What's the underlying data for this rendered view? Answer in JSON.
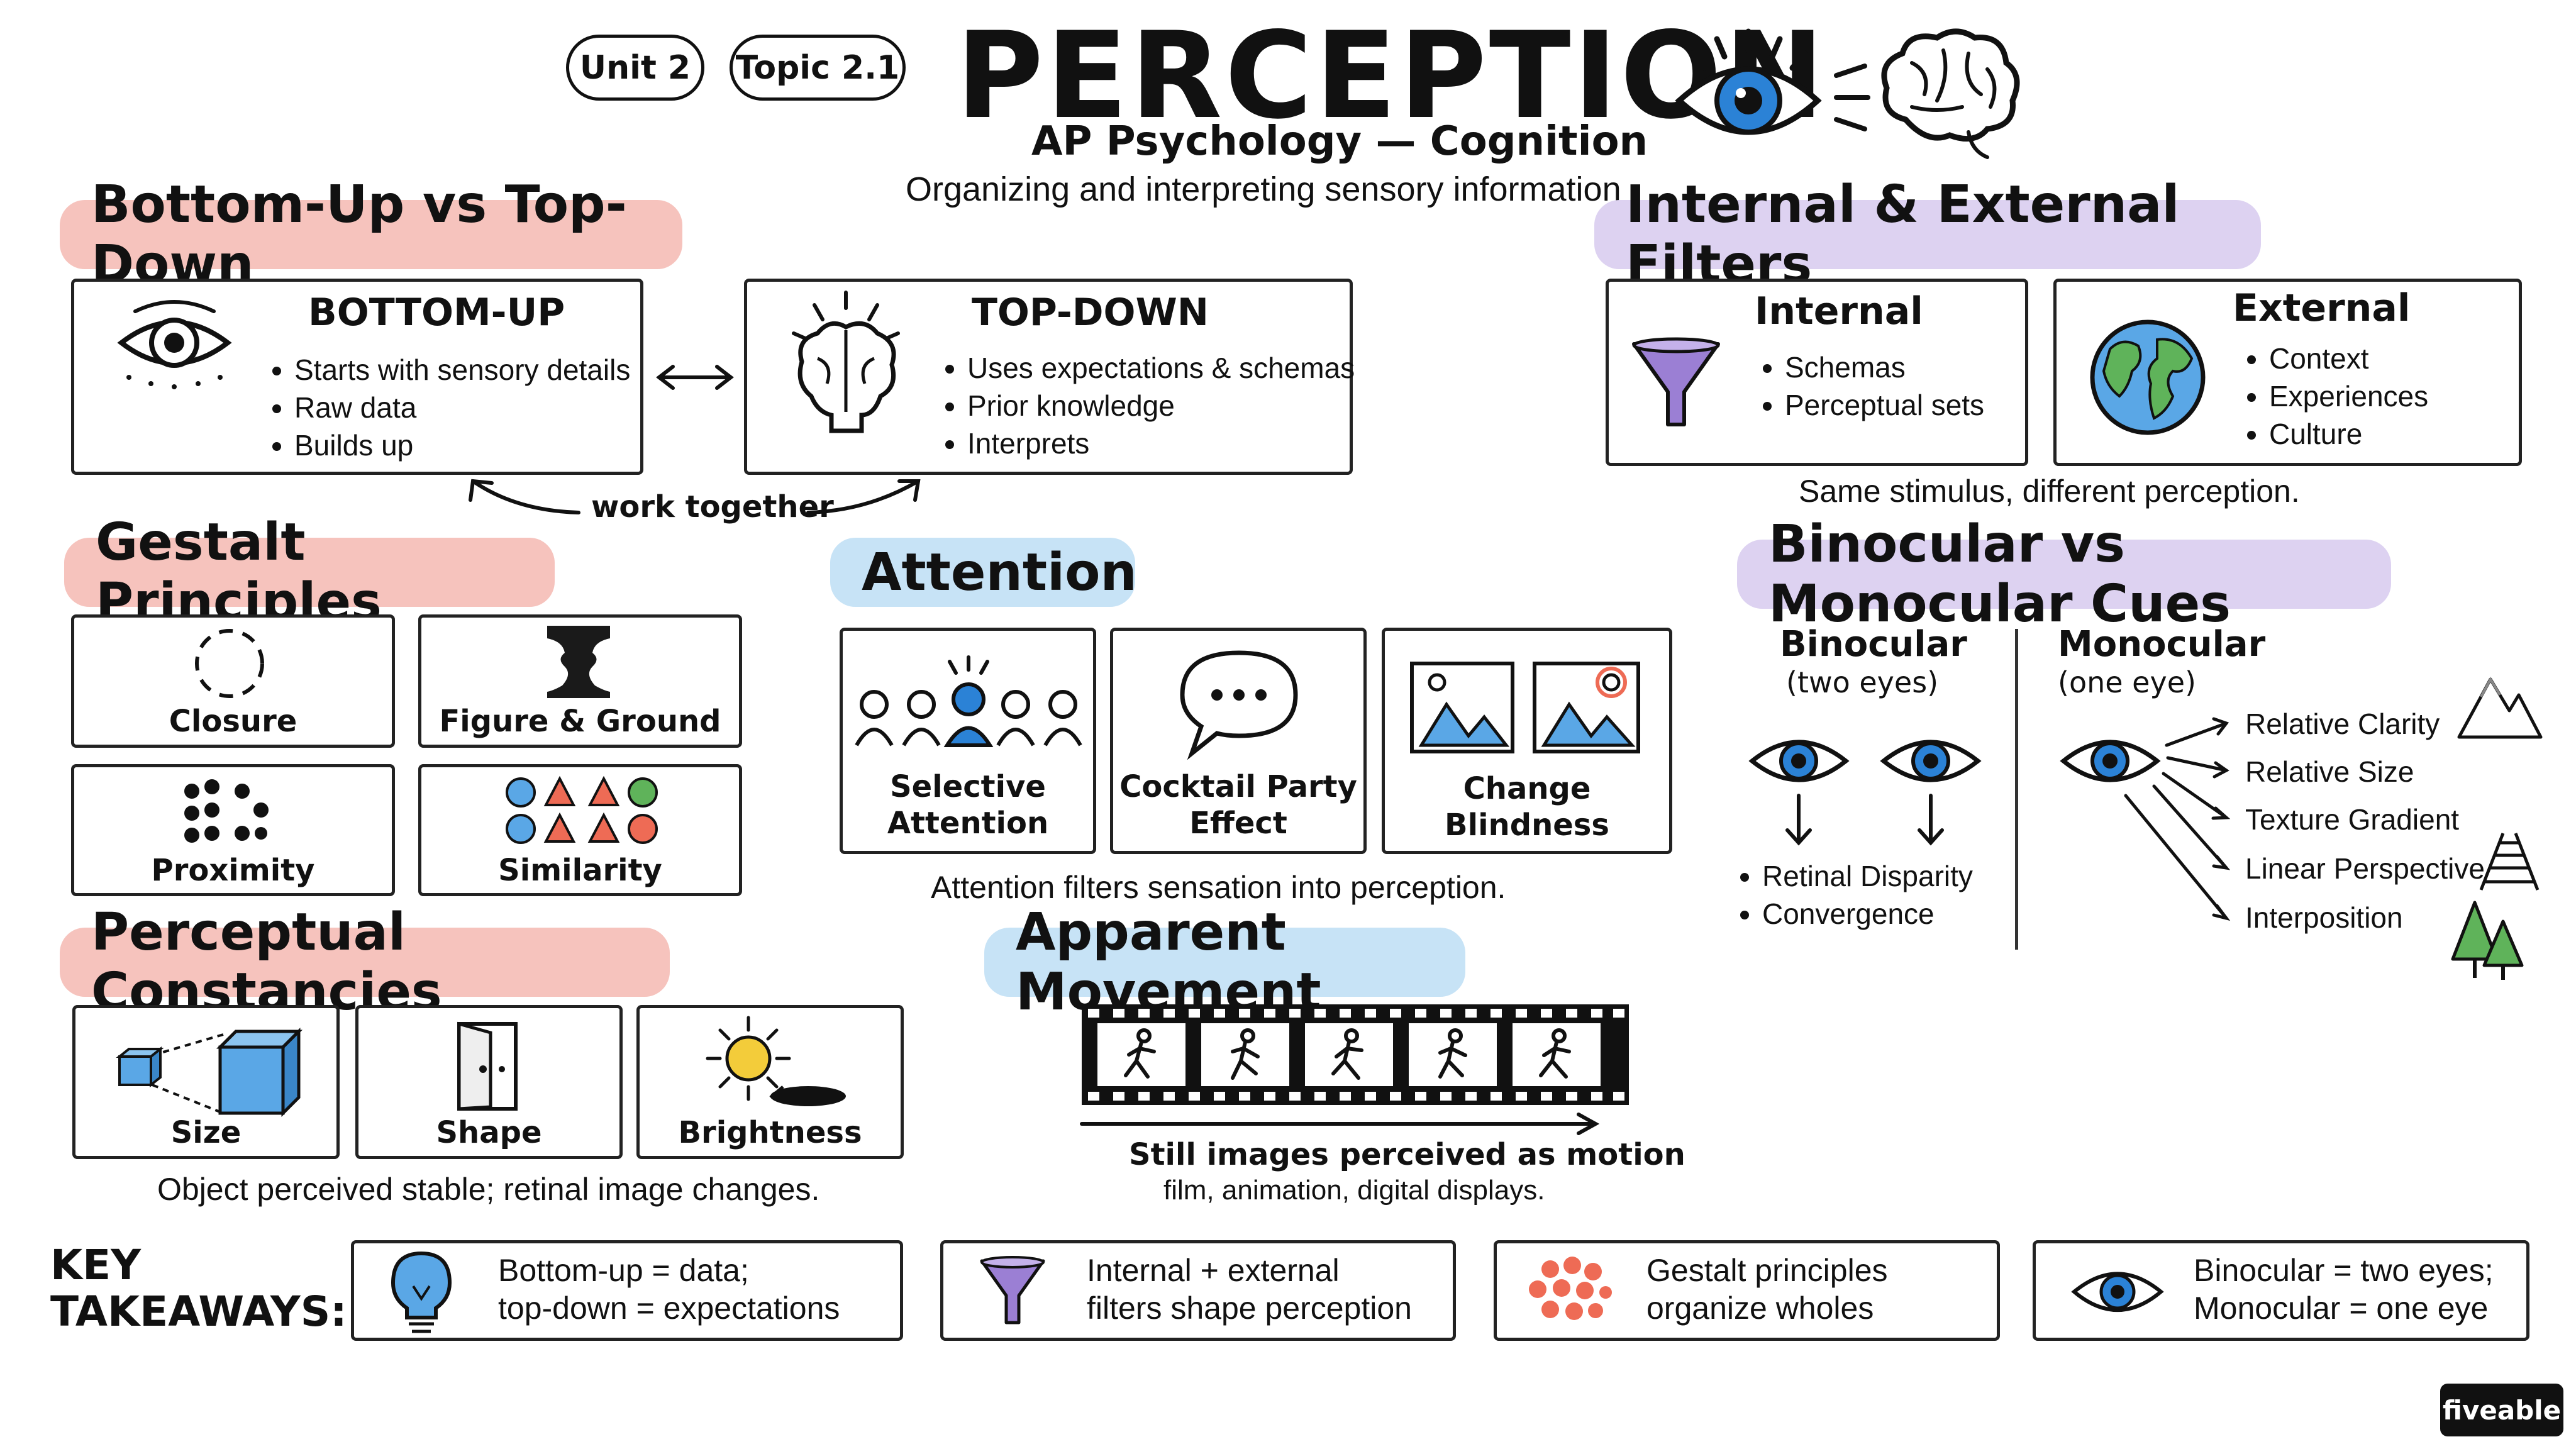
{
  "header": {
    "unit_pill": "Unit 2",
    "topic_pill": "Topic 2.1",
    "title": "PERCEPTION",
    "subtitle": "AP Psychology — Cognition",
    "tagline": "Organizing and interpreting sensory information"
  },
  "bottom_up_top_down": {
    "heading": "Bottom-Up vs Top-Down",
    "bottom_up": {
      "title": "BOTTOM-UP",
      "bullets": [
        "Starts with sensory details",
        "Raw data",
        "Builds up"
      ]
    },
    "top_down": {
      "title": "TOP-DOWN",
      "bullets": [
        "Uses expectations & schemas",
        "Prior knowledge",
        "Interprets"
      ]
    },
    "connector": "work together"
  },
  "filters": {
    "heading": "Internal & External Filters",
    "internal": {
      "title": "Internal",
      "bullets": [
        "Schemas",
        "Perceptual sets"
      ]
    },
    "external": {
      "title": "External",
      "bullets": [
        "Context",
        "Experiences",
        "Culture"
      ]
    },
    "note": "Same stimulus, different perception."
  },
  "gestalt": {
    "heading": "Gestalt Principles",
    "items": [
      "Closure",
      "Figure & Ground",
      "Proximity",
      "Similarity"
    ]
  },
  "attention": {
    "heading": "Attention",
    "items": [
      {
        "line1": "Selective",
        "line2": "Attention"
      },
      {
        "line1": "Cocktail Party",
        "line2": "Effect"
      },
      {
        "line1": "Change",
        "line2": "Blindness"
      }
    ],
    "note": "Attention filters sensation into perception."
  },
  "depth": {
    "heading": "Binocular vs Monocular Cues",
    "binocular": {
      "title": "Binocular",
      "subtitle": "(two eyes)",
      "bullets": [
        "Retinal Disparity",
        "Convergence"
      ]
    },
    "monocular": {
      "title": "Monocular",
      "subtitle": "(one eye)",
      "cues": [
        "Relative Clarity",
        "Relative Size",
        "Texture Gradient",
        "Linear Perspective",
        "Interposition"
      ]
    }
  },
  "constancies": {
    "heading": "Perceptual Constancies",
    "items": [
      "Size",
      "Shape",
      "Brightness"
    ],
    "note": "Object perceived stable; retinal image changes."
  },
  "apparent_movement": {
    "heading": "Apparent Movement",
    "note_bold": "Still images perceived as motion",
    "note": "film, animation, digital displays."
  },
  "takeaways": {
    "label_line1": "KEY",
    "label_line2": "TAKEAWAYS:",
    "items": [
      {
        "line1": "Bottom-up = data;",
        "line2": "top-down = expectations",
        "icon": "lightbulb-icon"
      },
      {
        "line1": "Internal + external",
        "line2": "filters shape perception",
        "icon": "funnel-icon"
      },
      {
        "line1": "Gestalt principles",
        "line2": "organize wholes",
        "icon": "dots-cluster-icon"
      },
      {
        "line1": "Binocular = two eyes;",
        "line2": "Monocular = one eye",
        "icon": "eye-icon"
      }
    ]
  },
  "logo": "fiveable",
  "colors": {
    "red_banner": "#f6c3bd",
    "blue_banner": "#c7e3f6",
    "purple_banner": "#ddd2f1",
    "eye_blue": "#2b82d6",
    "funnel_purple": "#9b7fd4",
    "accent_coral": "#ee6b55"
  }
}
